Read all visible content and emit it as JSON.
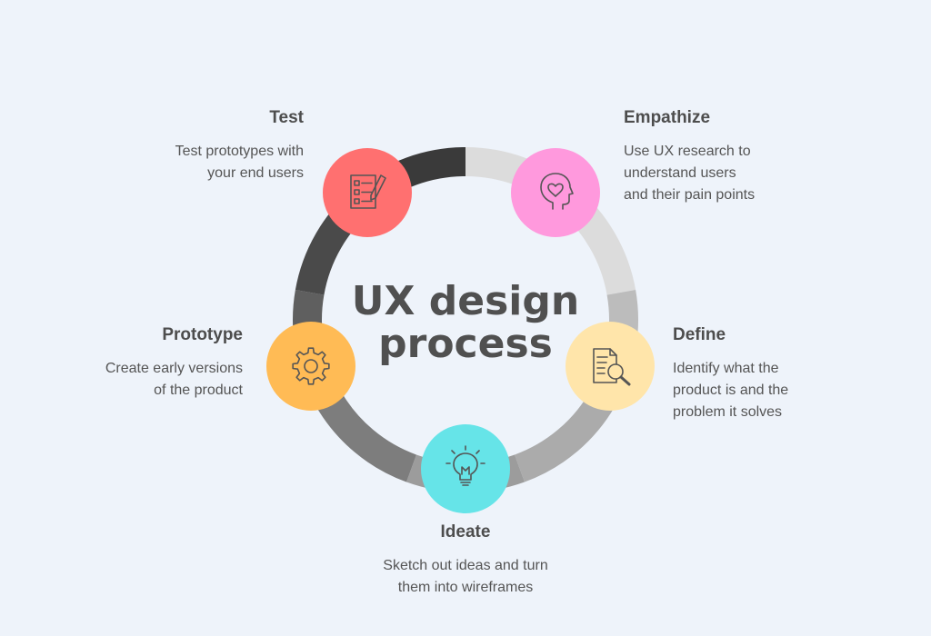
{
  "title": {
    "line1": "UX design",
    "line2": "process"
  },
  "stages": {
    "test": {
      "title": "Test",
      "description": "Test prototypes with\nyour end users",
      "color": "#ff7070",
      "icon": "checklist-pencil-icon"
    },
    "empathize": {
      "title": "Empathize",
      "description": "Use UX research to\nunderstand users\nand their pain points",
      "color": "#ff99dd",
      "icon": "head-heart-icon"
    },
    "define": {
      "title": "Define",
      "description": "Identify what the\nproduct is and the\nproblem it solves",
      "color": "#ffe5aa",
      "icon": "document-magnifier-icon"
    },
    "ideate": {
      "title": "Ideate",
      "description": "Sketch out ideas and turn\nthem into wireframes",
      "color": "#66e4e8",
      "icon": "lightbulb-icon"
    },
    "prototype": {
      "title": "Prototype",
      "description": "Create early versions\nof the product",
      "color": "#ffbb55",
      "icon": "gear-icon"
    }
  },
  "ring": {
    "segment_colors": [
      "#dcdcdc",
      "#dcdcdc",
      "#bcbcbc",
      "#ababab",
      "#9c9c9c",
      "#7d7d7d",
      "#5f5f5f",
      "#4a4a4a",
      "#3a3a3a"
    ],
    "background": "#eef3fa"
  }
}
